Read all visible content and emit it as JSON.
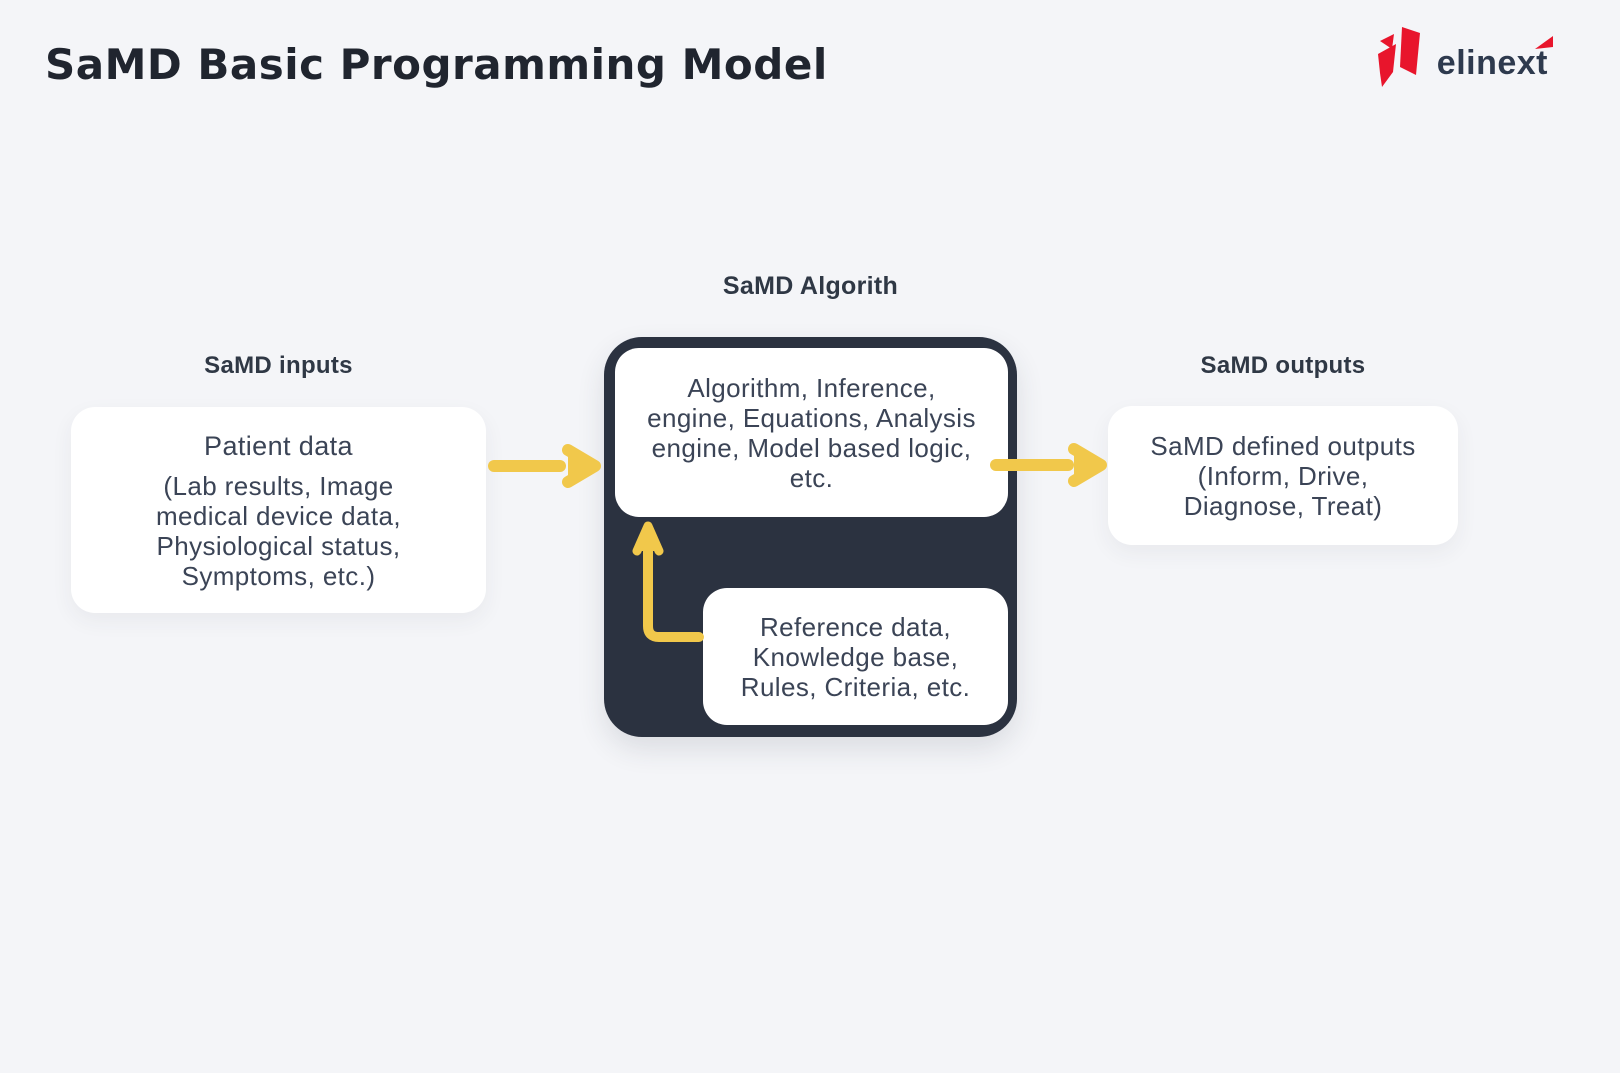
{
  "title": "SaMD Basic Programming Model",
  "logo": {
    "brand": "elinext",
    "icon": "elinext-n-icon",
    "brand_red": "#e8152c",
    "brand_navy": "#2e3a4e"
  },
  "colors": {
    "background": "#f4f5f8",
    "dark_panel": "#2b3240",
    "arrow_yellow": "#f1c84b",
    "card_background": "#ffffff",
    "card_text": "#3b4456",
    "heading_text": "#2f3845"
  },
  "inputs": {
    "heading": "SaMD inputs",
    "card_title": "Patient data",
    "card_body": "(Lab results, Image\nmedical device data,\nPhysiological status,\nSymptoms, etc.)"
  },
  "algorithm": {
    "heading": "SaMD Algorith",
    "card_body": "Algorithm, Inference,\nengine, Equations, Analysis\nengine, Model based logic,\netc.",
    "reference_body": "Reference data,\nKnowledge base,\nRules, Criteria, etc."
  },
  "outputs": {
    "heading": "SaMD outputs",
    "card_body": "SaMD defined outputs\n(Inform, Drive,\nDiagnose, Treat)"
  }
}
